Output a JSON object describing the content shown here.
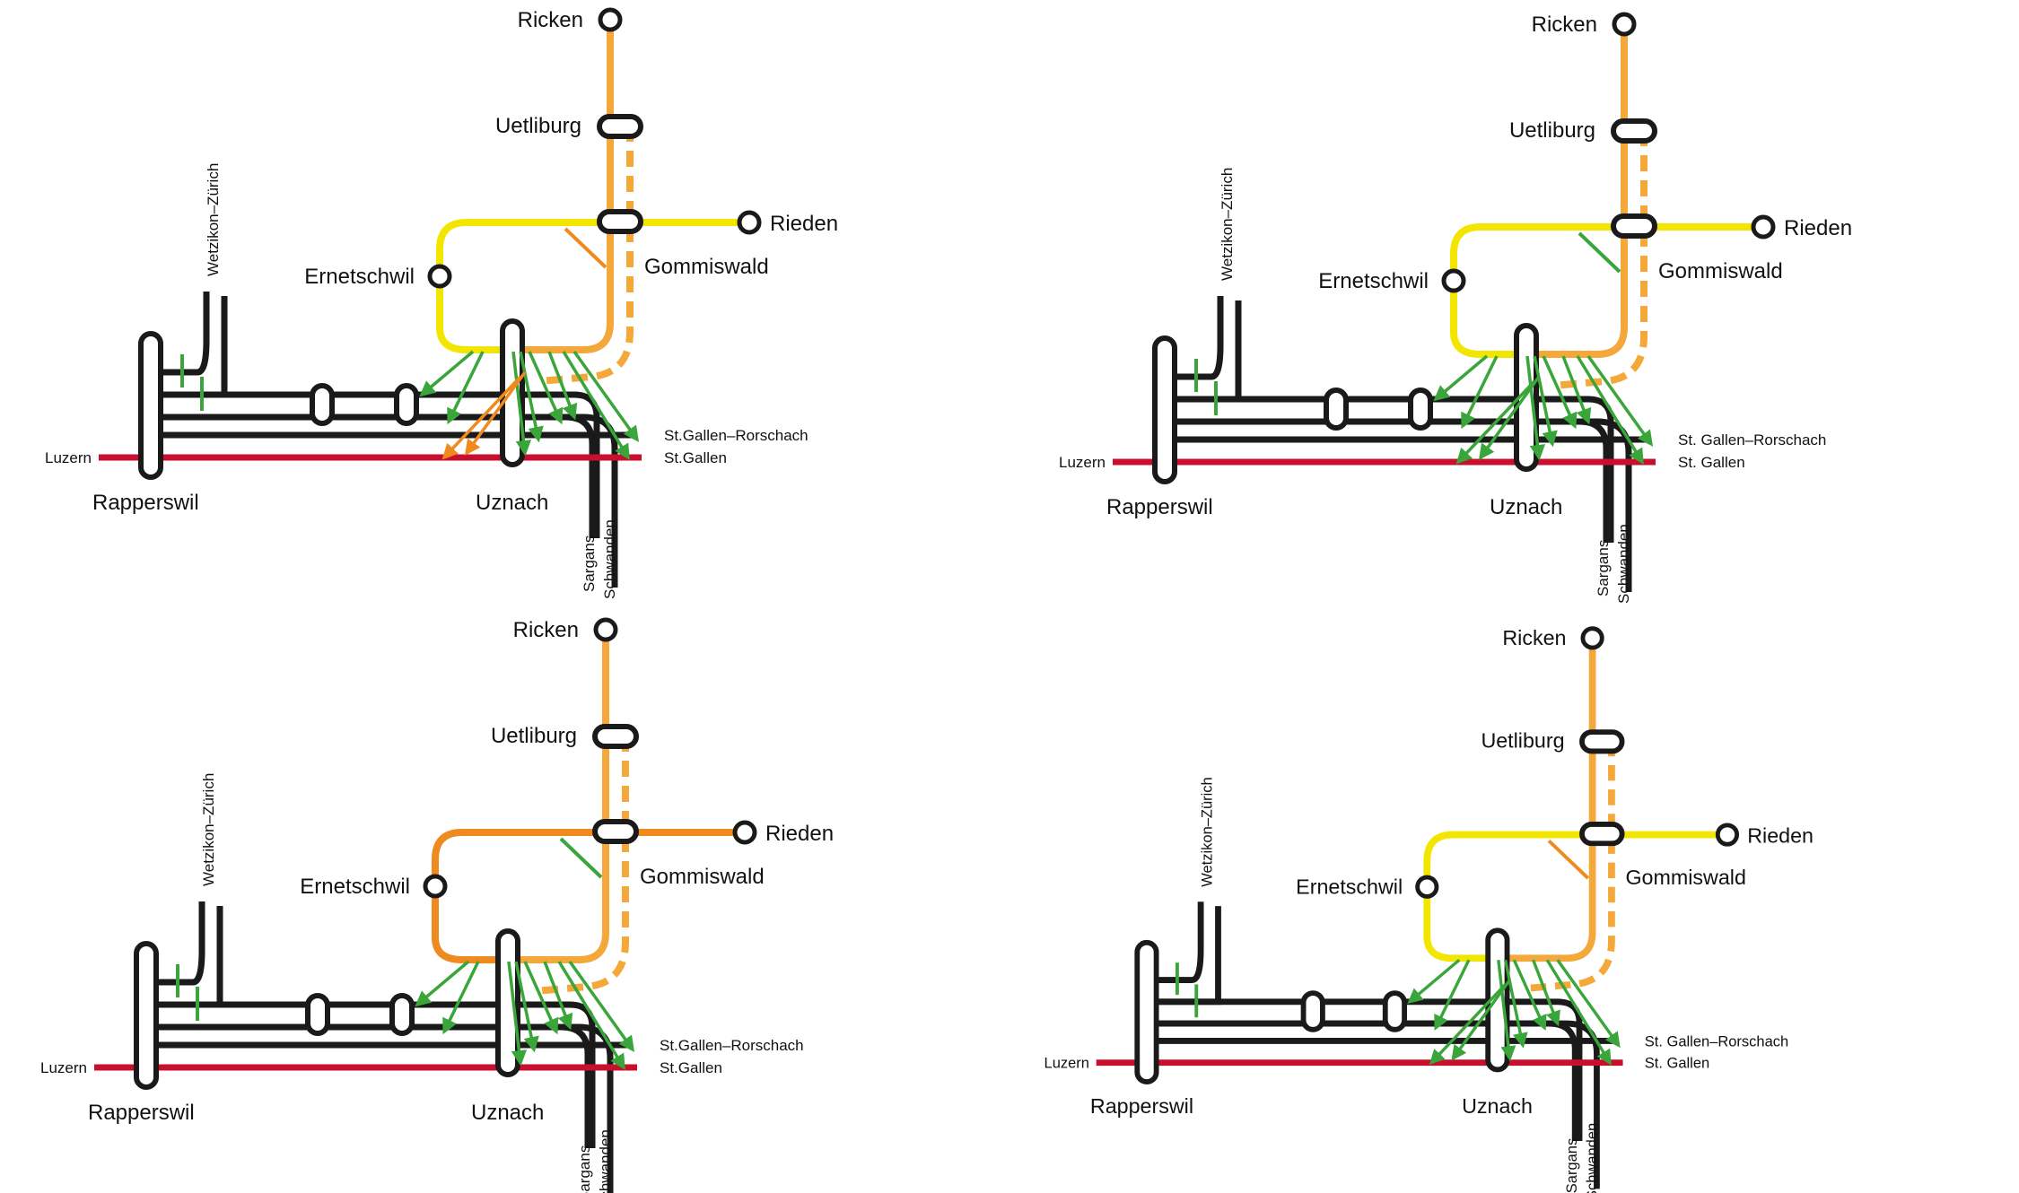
{
  "labels": {
    "ricken": "Ricken",
    "uetliburg": "Uetliburg",
    "rieden": "Rieden",
    "gommiswald": "Gommiswald",
    "ernetschwil": "Ernetschwil",
    "rapperswil": "Rapperswil",
    "uznach": "Uznach",
    "luzern": "Luzern",
    "wetzikon": "Wetzikon–Zürich",
    "sargans": "Sargans",
    "schwanden": "Schwanden"
  },
  "variants": [
    {
      "stgr": "St.Gallen–Rorschach",
      "stg": "St.Gallen",
      "loop_color": "#f2e600",
      "rieden_color": "#f2e600",
      "ricken_color": "#f4a83a",
      "gommiswald_link_color": "#ee8a1e",
      "cross_arrows_color": "#ee8a1e"
    },
    {
      "stgr": "St. Gallen–Rorschach",
      "stg": "St. Gallen",
      "loop_color": "#f2e600",
      "rieden_color": "#f2e600",
      "ricken_color": "#f4a83a",
      "gommiswald_link_color": "#3aa53a",
      "cross_arrows_color": "#3aa53a"
    },
    {
      "stgr": "St.Gallen–Rorschach",
      "stg": "St.Gallen",
      "loop_color": "#ee8a1e",
      "rieden_color": "#ee8a1e",
      "ricken_color": "#f4a83a",
      "gommiswald_link_color": "#3aa53a",
      "cross_arrows_color": "none"
    },
    {
      "stgr": "St. Gallen–Rorschach",
      "stg": "St. Gallen",
      "loop_color": "#f2e600",
      "rieden_color": "#f2e600",
      "ricken_color": "#f4a83a",
      "gommiswald_link_color": "#ee8a1e",
      "cross_arrows_color": "#3aa53a"
    }
  ],
  "colors": {
    "track": "#1a1a1a",
    "luzern_line": "#c8102e",
    "transfer_green": "#3aa53a"
  }
}
